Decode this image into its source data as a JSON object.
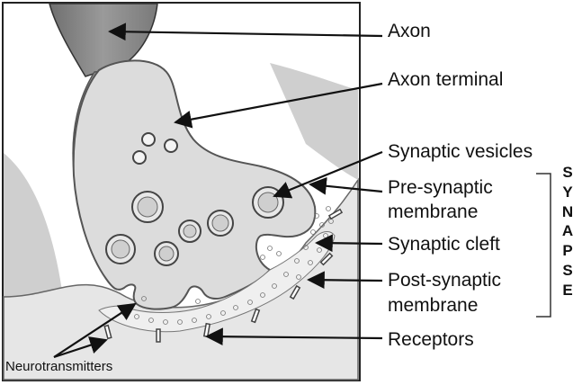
{
  "labels": {
    "axon": "Axon",
    "axon_terminal": "Axon terminal",
    "synaptic_vesicles": "Synaptic vesicles",
    "pre_synaptic_1": "Pre-synaptic",
    "pre_synaptic_2": "membrane",
    "synaptic_cleft": "Synaptic cleft",
    "post_synaptic_1": "Post-synaptic",
    "post_synaptic_2": "membrane",
    "receptors": "Receptors",
    "neurotransmitters": "Neurotransmitters"
  },
  "synapse_letters": [
    "S",
    "Y",
    "N",
    "A",
    "P",
    "S",
    "E"
  ],
  "colors": {
    "terminal_fill": "#dcdcdc",
    "membrane_stroke": "#555555",
    "axon_shaft": "#8a8a8a",
    "background_tissue": "#cfcfcf"
  }
}
